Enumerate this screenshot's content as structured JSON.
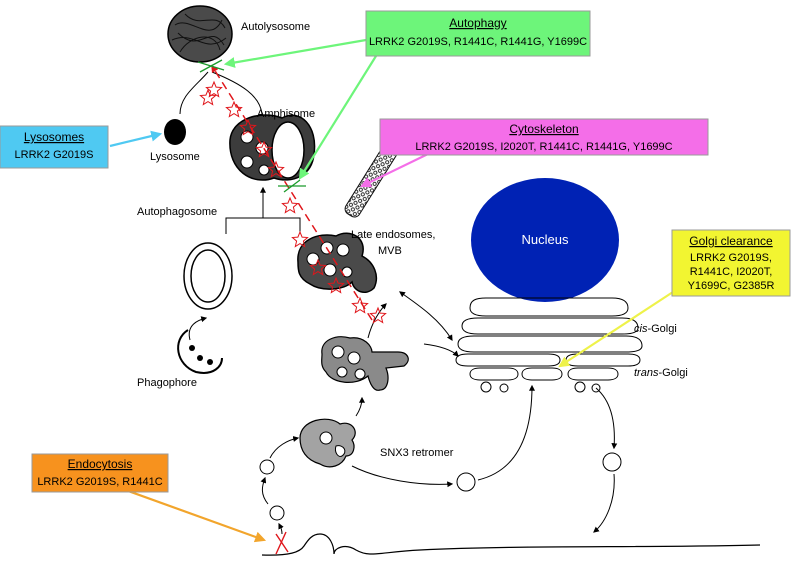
{
  "colors": {
    "autophagy_box": "#6df57a",
    "lysosomes_box": "#4fc9f2",
    "cytoskeleton_box": "#f46ee8",
    "golgi_box": "#f2f531",
    "endocytosis_box": "#f7921e",
    "nucleus": "#0022b4",
    "autophagy_arrow": "#6df57a",
    "lysosome_arrow": "#4fc9f2",
    "cytoskeleton_arrow": "#f46ee8",
    "golgi_arrow": "#eef24a",
    "endocytosis_arrow": "#f2a52c",
    "transport_stars": "#e0161b",
    "block_mark": "#1a9a2a"
  },
  "boxes": {
    "autophagy": {
      "title": "Autophagy",
      "lines": [
        "LRRK2 G2019S, R1441C, R1441G, Y1699C"
      ]
    },
    "lysosomes": {
      "title": "Lysosomes",
      "lines": [
        "LRRK2 G2019S"
      ]
    },
    "cytoskeleton": {
      "title": "Cytoskeleton",
      "lines": [
        "LRRK2 G2019S, I2020T, R1441C, R1441G, Y1699C"
      ]
    },
    "golgi": {
      "title": "Golgi clearance",
      "lines": [
        "LRRK2 G2019S,",
        "R1441C, I2020T,",
        "Y1699C, G2385R"
      ]
    },
    "endocytosis": {
      "title": "Endocytosis",
      "lines": [
        "LRRK2 G2019S, R1441C"
      ]
    }
  },
  "labels": {
    "autolysosome": "Autolysosome",
    "amphisome": "Amphisome",
    "lysosome": "Lysosome",
    "autophagosome": "Autophagosome",
    "late_endosomes_1": "Late endosomes,",
    "late_endosomes_2": "MVB",
    "nucleus": "Nucleus",
    "cis_golgi_italic": "cis",
    "cis_golgi_rest": "-Golgi",
    "trans_golgi_italic": "trans",
    "trans_golgi_rest": "-Golgi",
    "phagophore": "Phagophore",
    "snx3_retromer": "SNX3 retromer"
  }
}
